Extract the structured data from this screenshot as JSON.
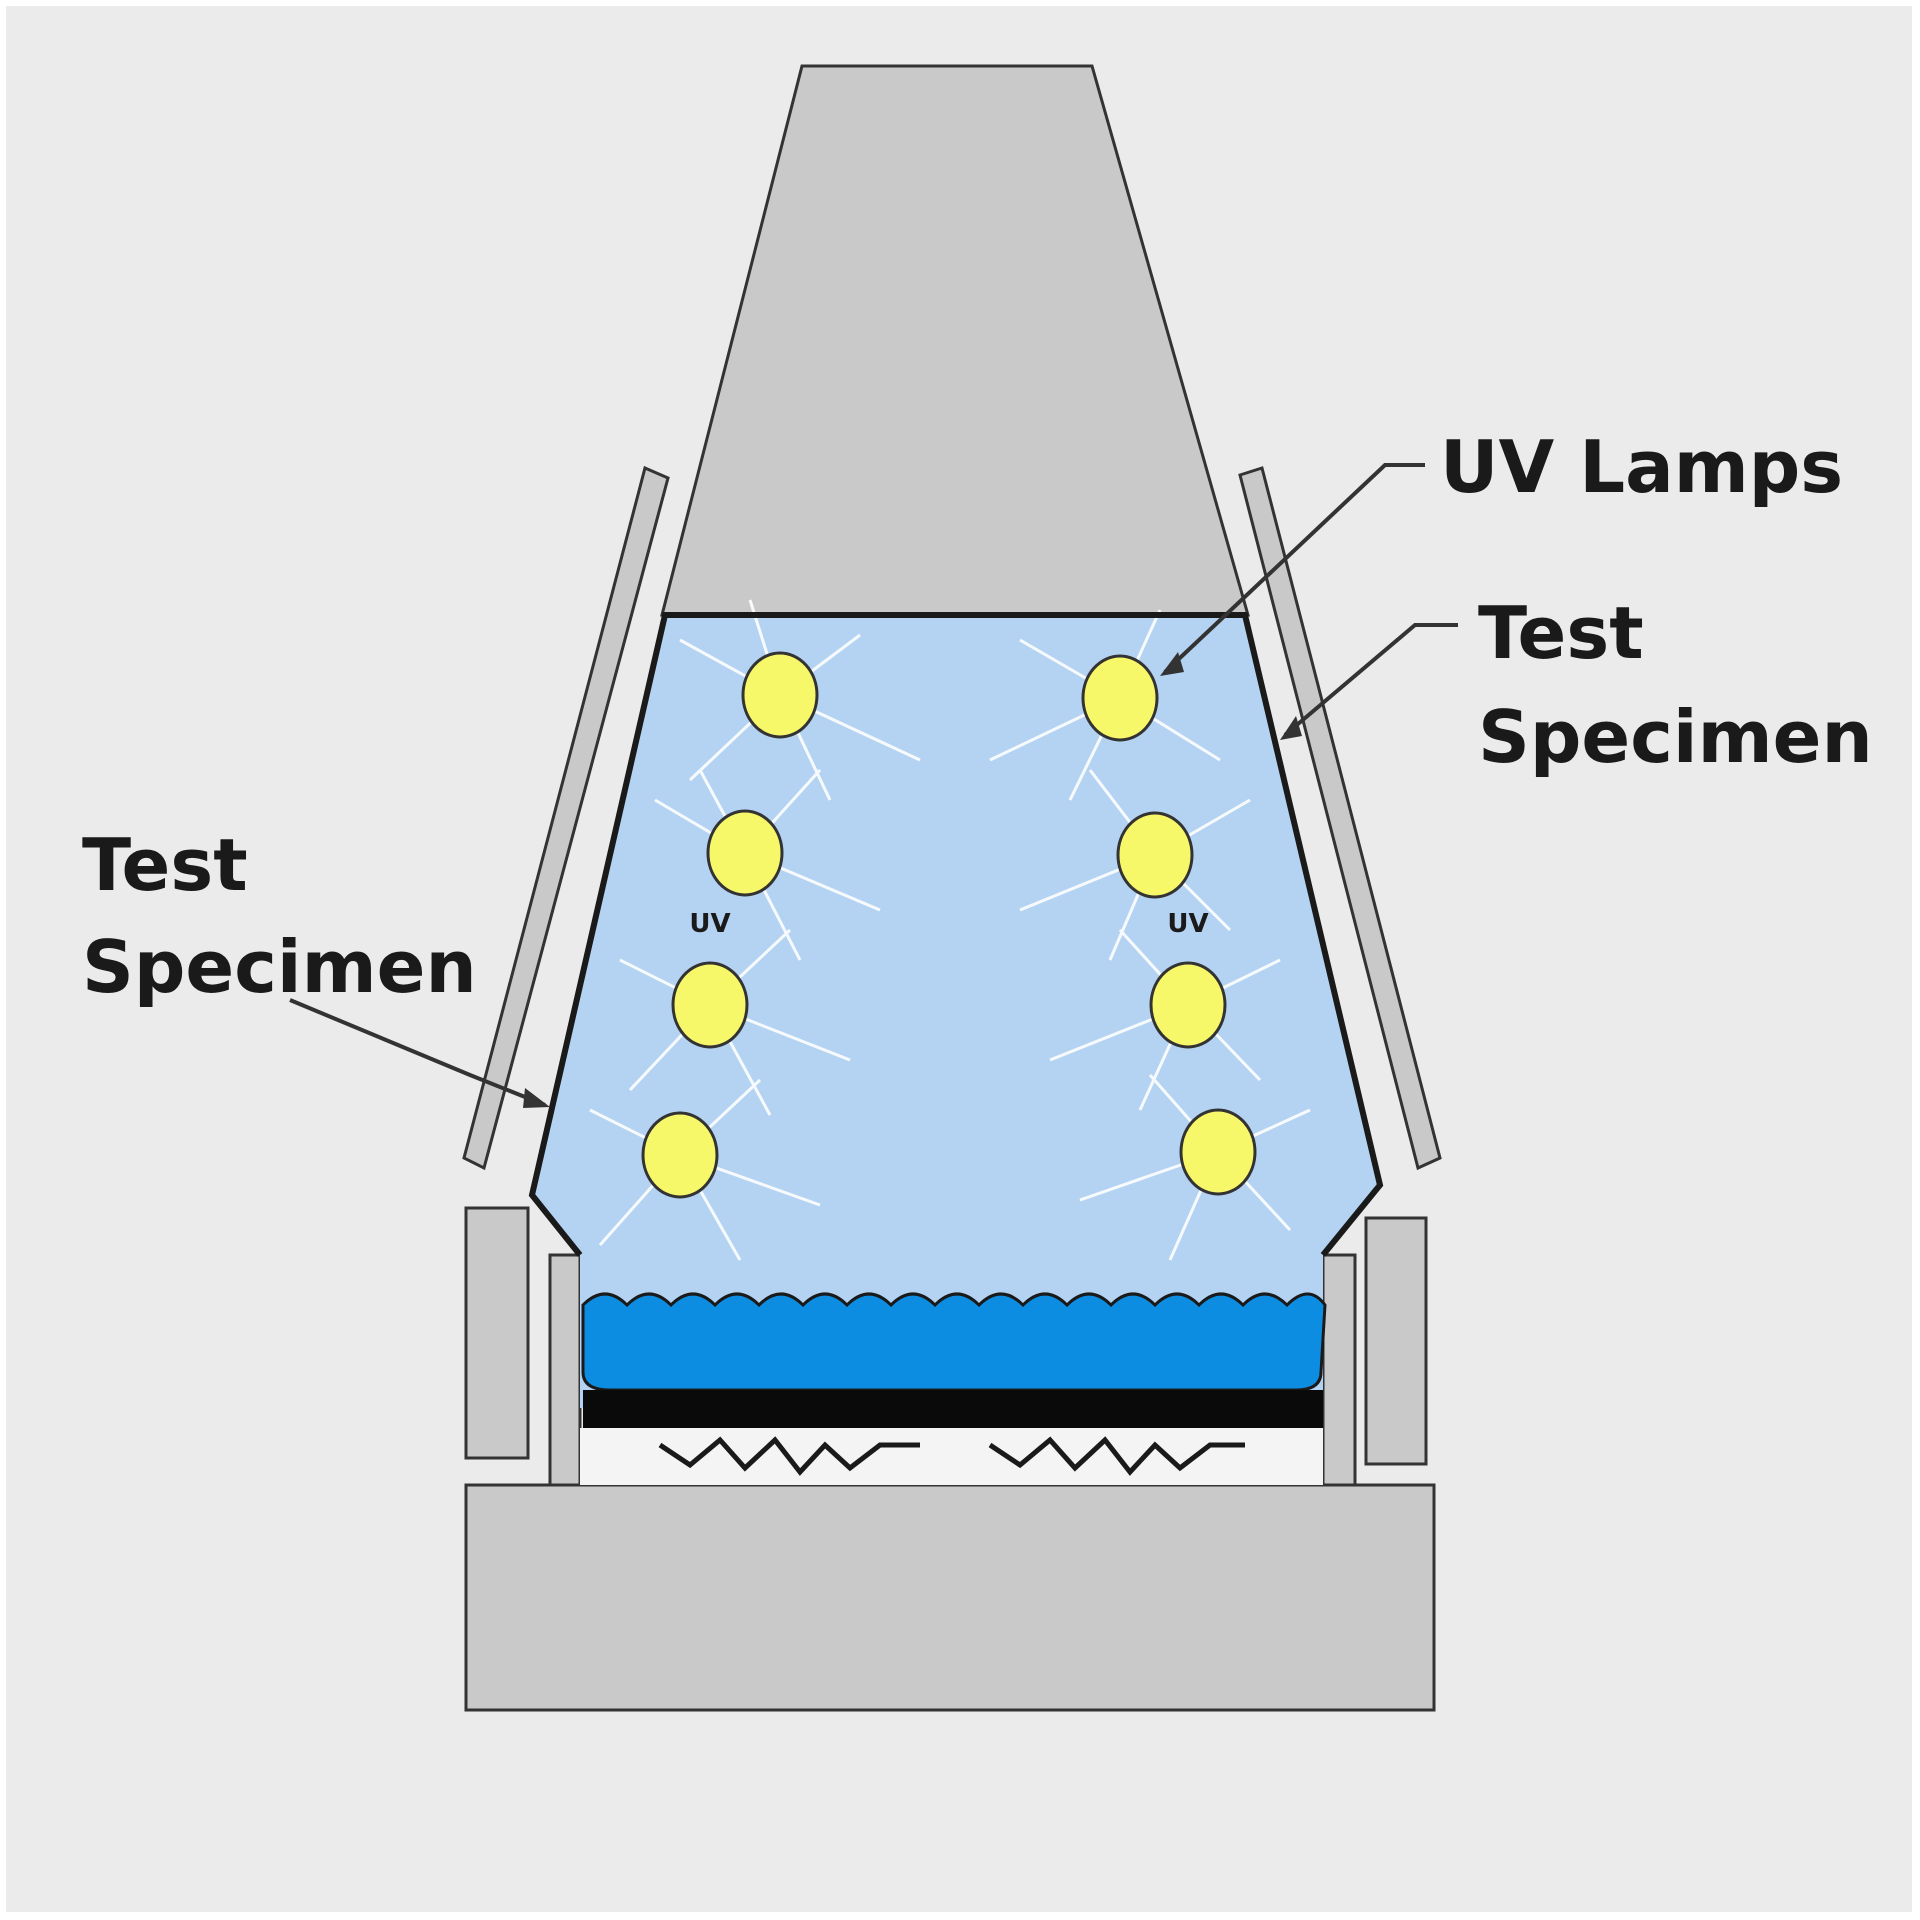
{
  "labels": {
    "uv_lamps": "UV Lamps",
    "right_specimen_line1": "Test",
    "right_specimen_line2": "Specimen",
    "left_specimen_line1": "Test",
    "left_specimen_line2": "Specimen",
    "left_lamp_mark": "UV",
    "right_lamp_mark": "UV"
  },
  "colors": {
    "background": "#ebebeb",
    "housing": "#c9c9c9",
    "chamber": "#b4d3f2",
    "water": "#0d8de2",
    "lamp": "#f7f76a",
    "outline": "#1a1a1a"
  }
}
